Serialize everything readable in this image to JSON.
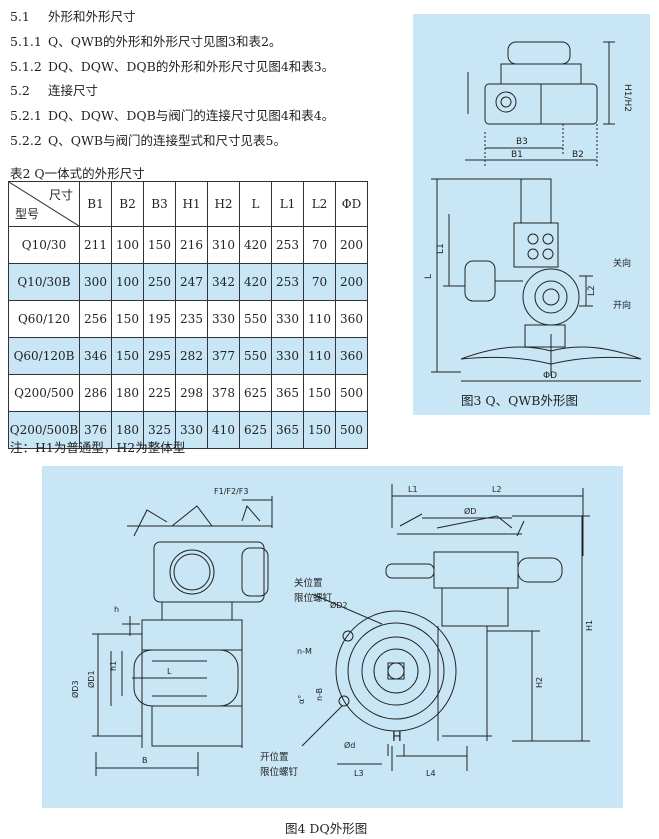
{
  "sections": [
    {
      "num": "5.1",
      "text": "外形和外形尺寸"
    },
    {
      "num": "5.1.1",
      "text": "Q、QWB的外形和外形尺寸见图3和表2。"
    },
    {
      "num": "5.1.2",
      "text": "DQ、DQW、DQB的外形和外形尺寸见图4和表3。"
    },
    {
      "num": "5.2",
      "text": "连接尺寸"
    },
    {
      "num": "5.2.1",
      "text": "DQ、DQW、DQB与阀门的连接尺寸见图4和表4。"
    },
    {
      "num": "5.2.2",
      "text": "Q、QWB与阀门的连接型式和尺寸见表5。"
    }
  ],
  "table2": {
    "caption": "表2  Q一体式的外形尺寸",
    "corner_top": "尺寸",
    "corner_bottom": "型号",
    "headers": [
      "B1",
      "B2",
      "B3",
      "H1",
      "H2",
      "L",
      "L1",
      "L2",
      "ΦD"
    ],
    "rows": [
      {
        "model": "Q10/30",
        "values": [
          "211",
          "100",
          "150",
          "216",
          "310",
          "420",
          "253",
          "70",
          "200"
        ]
      },
      {
        "model": "Q10/30B",
        "values": [
          "300",
          "100",
          "250",
          "247",
          "342",
          "420",
          "253",
          "70",
          "200"
        ]
      },
      {
        "model": "Q60/120",
        "values": [
          "256",
          "150",
          "195",
          "235",
          "330",
          "550",
          "330",
          "110",
          "360"
        ]
      },
      {
        "model": "Q60/120B",
        "values": [
          "346",
          "150",
          "295",
          "282",
          "377",
          "550",
          "330",
          "110",
          "360"
        ]
      },
      {
        "model": "Q200/500",
        "values": [
          "286",
          "180",
          "225",
          "298",
          "378",
          "625",
          "365",
          "150",
          "500"
        ]
      },
      {
        "model": "Q200/500B",
        "values": [
          "376",
          "180",
          "325",
          "330",
          "410",
          "625",
          "365",
          "150",
          "500"
        ]
      }
    ]
  },
  "note": "注：H1为普通型，H2为整体型",
  "fig3": {
    "caption": "图3   Q、QWB外形图",
    "labels": {
      "b1": "B1",
      "b2": "B2",
      "b3": "B3",
      "h": "H1/H2",
      "l": "L",
      "l1": "L1",
      "l2": "L2",
      "phid": "ΦD",
      "close": "关向",
      "open": "开向"
    }
  },
  "fig4": {
    "caption": "图4   DQ外形图",
    "labels": {
      "f": "F1/F2/F3",
      "h": "h",
      "h1": "h1",
      "l": "L",
      "d3": "ØD3",
      "d1": "ØD1",
      "b": "B",
      "l1": "L1",
      "l2": "L2",
      "phid": "ØD",
      "d2": "ØD2",
      "nm": "n-M",
      "nb": "n-B",
      "alpha": "α°",
      "phid_small": "Ød",
      "H": "H",
      "H1": "H1",
      "H2": "H2",
      "L3": "L3",
      "L4": "L4",
      "close_stop_1": "关位置",
      "close_stop_2": "限位螺钉",
      "open_stop_1": "开位置",
      "open_stop_2": "限位螺钉"
    }
  }
}
